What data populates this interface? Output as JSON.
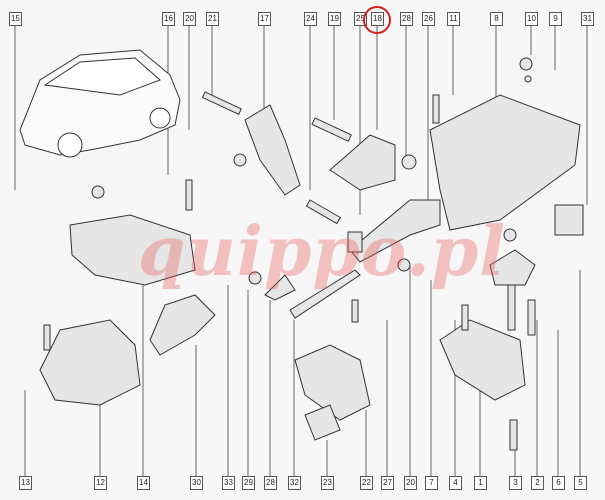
{
  "diagram": {
    "top_labels": [
      "15",
      "16",
      "20",
      "21",
      "17",
      "24",
      "19",
      "25",
      "18",
      "28",
      "26",
      "11",
      "8",
      "10",
      "9",
      "31"
    ],
    "bottom_labels": [
      "13",
      "12",
      "14",
      "30",
      "33",
      "29",
      "28",
      "32",
      "23",
      "22",
      "27",
      "20",
      "7",
      "4",
      "1",
      "3",
      "2",
      "6",
      "5"
    ],
    "highlighted_label": "18",
    "highlight_color": "#d62020",
    "watermark": "quippo.pl"
  }
}
